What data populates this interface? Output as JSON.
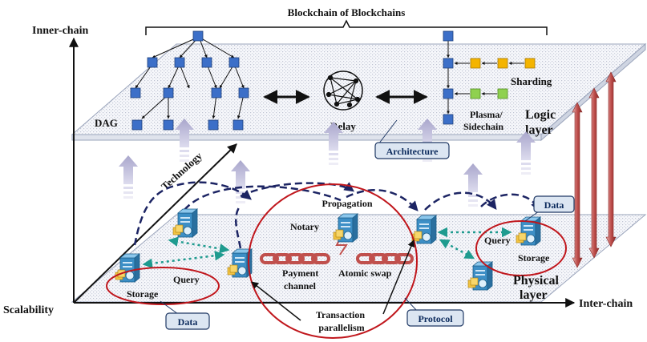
{
  "title": "Blockchain of Blockchains",
  "axes": {
    "y_label": "Inner-chain",
    "x_label": "Inter-chain",
    "origin_label": "Scalability",
    "diagonal_label": "Technology"
  },
  "logic_layer": {
    "label_line1": "Logic",
    "label_line2": "layer",
    "dag_label": "DAG",
    "relay_label": "Relay",
    "sharding_label": "Sharding",
    "plasma_label_line1": "Plasma/",
    "plasma_label_line2": "Sidechain",
    "architecture_callout": "Architecture"
  },
  "physical_layer": {
    "label_line1": "Physical",
    "label_line2": "layer",
    "propagation_label": "Propagation",
    "notary_label": "Notary",
    "payment_channel_line1": "Payment",
    "payment_channel_line2": "channel",
    "atomic_swap_label": "Atomic swap",
    "query_left": "Query",
    "storage_left": "Storage",
    "query_right": "Query",
    "storage_right": "Storage",
    "data_callout_left": "Data",
    "data_callout_right": "Data",
    "protocol_callout": "Protocol",
    "tx_parallel_line1": "Transaction",
    "tx_parallel_line2": "parallelism"
  },
  "colors": {
    "block_blue": "#3c6fc8",
    "block_orange": "#f4b400",
    "block_green": "#8fd14f",
    "dashed_arrow": "#1c2463",
    "dotted_arrow": "#1f9b8f",
    "red_ellipse": "#c0161c",
    "chain_red": "#c0504d",
    "up_arrow": "#b5b3d3",
    "vertical_arrow": "#c0504d",
    "callout_fill": "#dce6f2",
    "callout_stroke": "#1f3864"
  }
}
